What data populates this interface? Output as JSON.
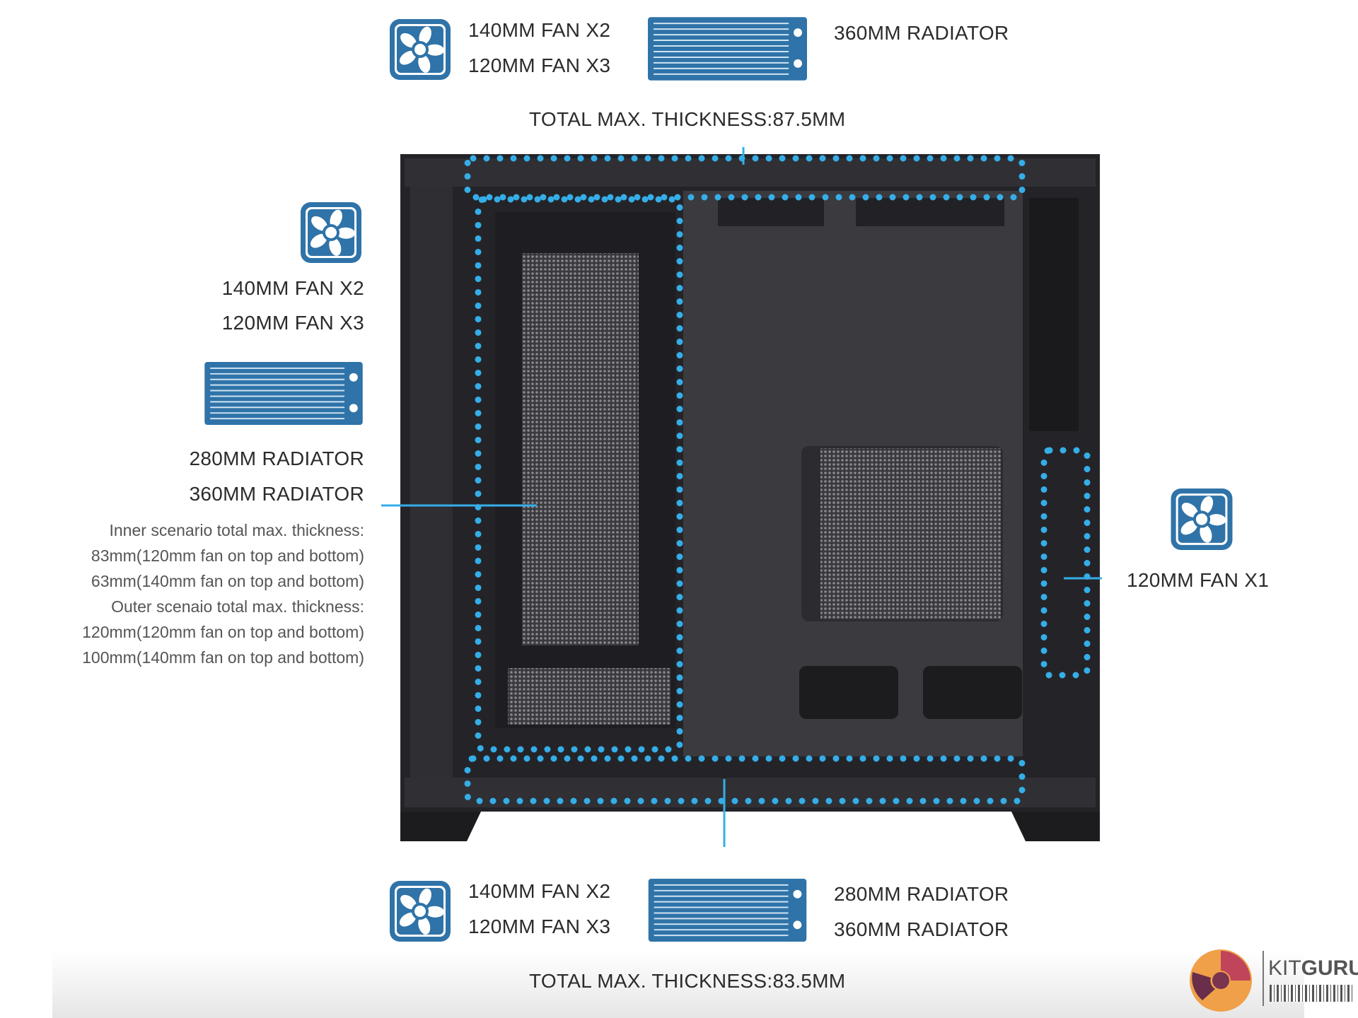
{
  "colors": {
    "icon_blue": "#2f73a8",
    "dot_blue": "#35aee8",
    "case": "#2a2a2e"
  },
  "top": {
    "fans": [
      "140MM FAN X2",
      "120MM FAN X3"
    ],
    "radiators": [
      "360MM RADIATOR"
    ],
    "thickness": "TOTAL MAX. THICKNESS:87.5MM"
  },
  "left": {
    "fans": [
      "140MM FAN X2",
      "120MM FAN X3"
    ],
    "radiators": [
      "280MM RADIATOR",
      "360MM RADIATOR"
    ],
    "notes": [
      "Inner scenario total max. thickness:",
      "83mm(120mm fan on top and bottom)",
      "63mm(140mm fan on top and bottom)",
      "Outer scenaio total max. thickness:",
      "120mm(120mm fan on top and bottom)",
      "100mm(140mm fan on top and bottom)"
    ]
  },
  "right": {
    "fans": [
      "120MM FAN X1"
    ]
  },
  "bottom": {
    "fans": [
      "140MM FAN X2",
      "120MM FAN X3"
    ],
    "radiators": [
      "280MM RADIATOR",
      "360MM RADIATOR"
    ],
    "thickness": "TOTAL MAX. THICKNESS:83.5MM"
  },
  "watermark": {
    "brand_light": "KIT",
    "brand_bold": "GURU"
  }
}
